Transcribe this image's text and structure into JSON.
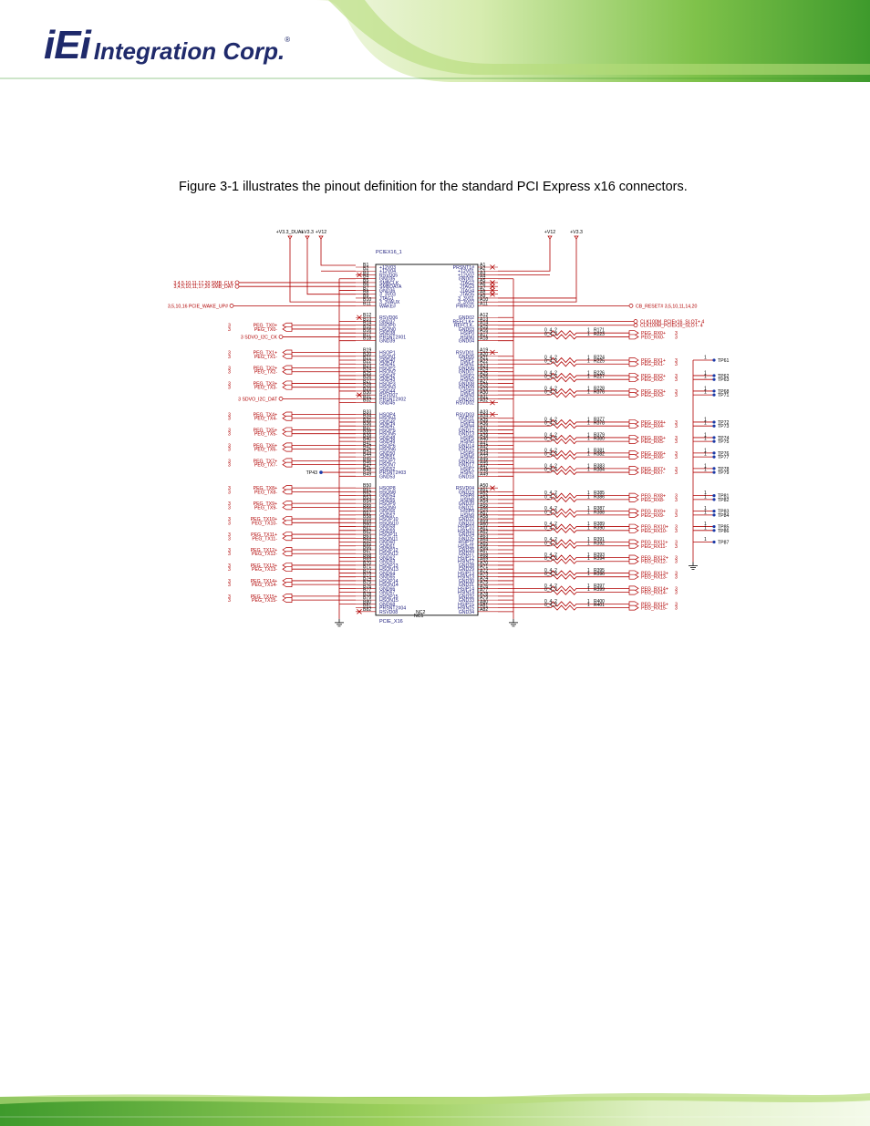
{
  "header": {
    "logo_mark": "iEi",
    "logo_name": "Integration Corp.",
    "logo_registered": "®"
  },
  "colors": {
    "brand_green": "#3e9a2c",
    "brand_light_green": "#b6dc7a",
    "logo_navy": "#1f2a6b",
    "wire": "#b00000",
    "pin_text": "#1a1a7a",
    "net_text": "#b00000"
  },
  "intro_text": "Figure 3-1 illustrates the pinout definition for the standard PCI Express x16 connectors.",
  "schematic": {
    "part_name": "PCIEX16_1",
    "part_footprint": "PCIE_X16",
    "power_top": {
      "v33": "+V3.3",
      "v12": "+V12",
      "v33_dual": "+V3.3_DUAL"
    },
    "nc_labels": [
      "NC1",
      "NC2"
    ],
    "b_pins": [
      {
        "pin": "B1",
        "name": "+12V03"
      },
      {
        "pin": "B2",
        "name": "+12V04"
      },
      {
        "pin": "B3",
        "name": "RSVD05"
      },
      {
        "pin": "B4",
        "name": "GND35"
      },
      {
        "pin": "B5",
        "name": "SMBCLK"
      },
      {
        "pin": "B6",
        "name": "SMBDATA"
      },
      {
        "pin": "B7",
        "name": "GND36"
      },
      {
        "pin": "B8",
        "name": "3_3V03"
      },
      {
        "pin": "B9",
        "name": "JTAG1"
      },
      {
        "pin": "B10",
        "name": "3_3VAUX"
      },
      {
        "pin": "B11",
        "name": "WAKE#"
      },
      {
        "pin": "B12",
        "name": "RSVD06"
      },
      {
        "pin": "B13",
        "name": "GND37"
      },
      {
        "pin": "B14",
        "name": "HSOP0"
      },
      {
        "pin": "B15",
        "name": "HSON0"
      },
      {
        "pin": "B16",
        "name": "GND38"
      },
      {
        "pin": "B17",
        "name": "PRSNT2#01"
      },
      {
        "pin": "B18",
        "name": "GND39"
      },
      {
        "pin": "B19",
        "name": "HSOP1"
      },
      {
        "pin": "B20",
        "name": "HSON1"
      },
      {
        "pin": "B21",
        "name": "GND40"
      },
      {
        "pin": "B22",
        "name": "GND41"
      },
      {
        "pin": "B23",
        "name": "HSOP2"
      },
      {
        "pin": "B24",
        "name": "HSON2"
      },
      {
        "pin": "B25",
        "name": "GND42"
      },
      {
        "pin": "B26",
        "name": "GND43"
      },
      {
        "pin": "B27",
        "name": "HSOP3"
      },
      {
        "pin": "B28",
        "name": "HSON3"
      },
      {
        "pin": "B29",
        "name": "GND44"
      },
      {
        "pin": "B30",
        "name": "RSVD07"
      },
      {
        "pin": "B31",
        "name": "PRSNT2#02"
      },
      {
        "pin": "B32",
        "name": "GND45"
      },
      {
        "pin": "B33",
        "name": "HSOP4"
      },
      {
        "pin": "B34",
        "name": "HSON4"
      },
      {
        "pin": "B35",
        "name": "GND46"
      },
      {
        "pin": "B36",
        "name": "GND47"
      },
      {
        "pin": "B37",
        "name": "HSOP5"
      },
      {
        "pin": "B38",
        "name": "HSON5"
      },
      {
        "pin": "B39",
        "name": "GND48"
      },
      {
        "pin": "B40",
        "name": "GND49"
      },
      {
        "pin": "B41",
        "name": "HSOP6"
      },
      {
        "pin": "B42",
        "name": "HSON6"
      },
      {
        "pin": "B43",
        "name": "GND50"
      },
      {
        "pin": "B44",
        "name": "GND51"
      },
      {
        "pin": "B45",
        "name": "HSOP7"
      },
      {
        "pin": "B46",
        "name": "HSON7"
      },
      {
        "pin": "B47",
        "name": "GND52"
      },
      {
        "pin": "B48",
        "name": "PRSNT2#03"
      },
      {
        "pin": "B49",
        "name": "GND53"
      },
      {
        "pin": "B50",
        "name": "HSOP8"
      },
      {
        "pin": "B51",
        "name": "HSON8"
      },
      {
        "pin": "B52",
        "name": "GND54"
      },
      {
        "pin": "B53",
        "name": "GND55"
      },
      {
        "pin": "B54",
        "name": "HSOP9"
      },
      {
        "pin": "B55",
        "name": "HSON9"
      },
      {
        "pin": "B56",
        "name": "GND56"
      },
      {
        "pin": "B57",
        "name": "GND57"
      },
      {
        "pin": "B58",
        "name": "HSOP10"
      },
      {
        "pin": "B59",
        "name": "HSON10"
      },
      {
        "pin": "B60",
        "name": "GND58"
      },
      {
        "pin": "B61",
        "name": "GND59"
      },
      {
        "pin": "B62",
        "name": "HSOP11"
      },
      {
        "pin": "B63",
        "name": "HSON11"
      },
      {
        "pin": "B64",
        "name": "GND60"
      },
      {
        "pin": "B65",
        "name": "GND61"
      },
      {
        "pin": "B66",
        "name": "HSOP12"
      },
      {
        "pin": "B67",
        "name": "HSON12"
      },
      {
        "pin": "B68",
        "name": "GND62"
      },
      {
        "pin": "B69",
        "name": "GND63"
      },
      {
        "pin": "B70",
        "name": "HSOP13"
      },
      {
        "pin": "B71",
        "name": "HSON13"
      },
      {
        "pin": "B72",
        "name": "GND64"
      },
      {
        "pin": "B73",
        "name": "GND65"
      },
      {
        "pin": "B74",
        "name": "HSOP14"
      },
      {
        "pin": "B75",
        "name": "HSON14"
      },
      {
        "pin": "B76",
        "name": "GND66"
      },
      {
        "pin": "B77",
        "name": "GND67"
      },
      {
        "pin": "B78",
        "name": "HSOP15"
      },
      {
        "pin": "B79",
        "name": "HSON15"
      },
      {
        "pin": "B80",
        "name": "GND68"
      },
      {
        "pin": "B81",
        "name": "PRSNT2#04"
      },
      {
        "pin": "B82",
        "name": "RSVD08"
      }
    ],
    "a_pins": [
      {
        "pin": "A1",
        "name": "PRSNT1#"
      },
      {
        "pin": "A2",
        "name": "+12V01"
      },
      {
        "pin": "A3",
        "name": "+12V02"
      },
      {
        "pin": "A4",
        "name": "GND01"
      },
      {
        "pin": "A5",
        "name": "JTAG2"
      },
      {
        "pin": "A6",
        "name": "JTAG3"
      },
      {
        "pin": "A7",
        "name": "JTAG4"
      },
      {
        "pin": "A8",
        "name": "JTAG5"
      },
      {
        "pin": "A9",
        "name": "3_3V01"
      },
      {
        "pin": "A10",
        "name": "3_3V02"
      },
      {
        "pin": "A11",
        "name": "PWRGD"
      },
      {
        "pin": "A12",
        "name": "GND02"
      },
      {
        "pin": "A13",
        "name": "REFCLK+"
      },
      {
        "pin": "A14",
        "name": "REFCLK-"
      },
      {
        "pin": "A15",
        "name": "GND03"
      },
      {
        "pin": "A16",
        "name": "HSIP0"
      },
      {
        "pin": "A17",
        "name": "HSIN0"
      },
      {
        "pin": "A18",
        "name": "GND04"
      },
      {
        "pin": "A19",
        "name": "RSVD01"
      },
      {
        "pin": "A20",
        "name": "GND05"
      },
      {
        "pin": "A21",
        "name": "HSIP1"
      },
      {
        "pin": "A22",
        "name": "HSIN1"
      },
      {
        "pin": "A23",
        "name": "GND06"
      },
      {
        "pin": "A24",
        "name": "GND07"
      },
      {
        "pin": "A25",
        "name": "HSIP2"
      },
      {
        "pin": "A26",
        "name": "HSIN2"
      },
      {
        "pin": "A27",
        "name": "GND08"
      },
      {
        "pin": "A28",
        "name": "GND09"
      },
      {
        "pin": "A29",
        "name": "HSIP3"
      },
      {
        "pin": "A30",
        "name": "HSIN3"
      },
      {
        "pin": "A31",
        "name": "GND10"
      },
      {
        "pin": "A32",
        "name": "RSVD02"
      },
      {
        "pin": "A33",
        "name": "RSVD03"
      },
      {
        "pin": "A34",
        "name": "GND11"
      },
      {
        "pin": "A35",
        "name": "HSIP4"
      },
      {
        "pin": "A36",
        "name": "HSIN4"
      },
      {
        "pin": "A37",
        "name": "GND12"
      },
      {
        "pin": "A38",
        "name": "GND13"
      },
      {
        "pin": "A39",
        "name": "HSIP5"
      },
      {
        "pin": "A40",
        "name": "HSIN5"
      },
      {
        "pin": "A41",
        "name": "GND14"
      },
      {
        "pin": "A42",
        "name": "GND15"
      },
      {
        "pin": "A43",
        "name": "HSIP6"
      },
      {
        "pin": "A44",
        "name": "HSIN6"
      },
      {
        "pin": "A45",
        "name": "GND16"
      },
      {
        "pin": "A46",
        "name": "GND17"
      },
      {
        "pin": "A47",
        "name": "HSIP7"
      },
      {
        "pin": "A48",
        "name": "HSIN7"
      },
      {
        "pin": "A49",
        "name": "GND18"
      },
      {
        "pin": "A50",
        "name": "RSVD04"
      },
      {
        "pin": "A51",
        "name": "GND19"
      },
      {
        "pin": "A52",
        "name": "HSIP8"
      },
      {
        "pin": "A53",
        "name": "HSIN8"
      },
      {
        "pin": "A54",
        "name": "GND20"
      },
      {
        "pin": "A55",
        "name": "GND21"
      },
      {
        "pin": "A56",
        "name": "HSIP9"
      },
      {
        "pin": "A57",
        "name": "HSIN9"
      },
      {
        "pin": "A58",
        "name": "GND22"
      },
      {
        "pin": "A59",
        "name": "GND23"
      },
      {
        "pin": "A60",
        "name": "HSIP10"
      },
      {
        "pin": "A61",
        "name": "HSIN10"
      },
      {
        "pin": "A62",
        "name": "GND24"
      },
      {
        "pin": "A63",
        "name": "GND25"
      },
      {
        "pin": "A64",
        "name": "HSIP11"
      },
      {
        "pin": "A65",
        "name": "HSIN11"
      },
      {
        "pin": "A66",
        "name": "GND26"
      },
      {
        "pin": "A67",
        "name": "GND27"
      },
      {
        "pin": "A68",
        "name": "HSIP12"
      },
      {
        "pin": "A69",
        "name": "HSIN12"
      },
      {
        "pin": "A70",
        "name": "GND28"
      },
      {
        "pin": "A71",
        "name": "GND29"
      },
      {
        "pin": "A72",
        "name": "HSIP13"
      },
      {
        "pin": "A73",
        "name": "HSIN13"
      },
      {
        "pin": "A74",
        "name": "GND30"
      },
      {
        "pin": "A75",
        "name": "GND31"
      },
      {
        "pin": "A76",
        "name": "HSIP14"
      },
      {
        "pin": "A77",
        "name": "HSIN14"
      },
      {
        "pin": "A78",
        "name": "GND32"
      },
      {
        "pin": "A79",
        "name": "GND33"
      },
      {
        "pin": "A80",
        "name": "HSIP15"
      },
      {
        "pin": "A81",
        "name": "HSIN15"
      },
      {
        "pin": "A82",
        "name": "GND34"
      }
    ],
    "left_nets": [
      {
        "pin": "B5",
        "label": "3,4,5,10,11,17,20  SMB_CLK"
      },
      {
        "pin": "B6",
        "label": "3,4,5,10,11,17,20  SMB_DAT"
      },
      {
        "pin": "B11",
        "label": "3,5,10,16  PCIE_WAKE_UP#"
      },
      {
        "pin": "B14",
        "label": "3      PEG_TX0+"
      },
      {
        "pin": "B15",
        "label": "3      PEG_TX0-"
      },
      {
        "pin": "B17",
        "label": "3  SDVO_I2C_CK"
      },
      {
        "pin": "B19",
        "label": "3      PEG_TX1+"
      },
      {
        "pin": "B20",
        "label": "3      PEG_TX1-"
      },
      {
        "pin": "B23",
        "label": "3      PEG_TX2+"
      },
      {
        "pin": "B24",
        "label": "3      PEG_TX2-"
      },
      {
        "pin": "B27",
        "label": "3      PEG_TX3+"
      },
      {
        "pin": "B28",
        "label": "3      PEG_TX3-"
      },
      {
        "pin": "B31",
        "label": "3  SDVO_I2C_DAT"
      },
      {
        "pin": "B33",
        "label": "3      PEG_TX4+"
      },
      {
        "pin": "B34",
        "label": "3      PEG_TX4-"
      },
      {
        "pin": "B37",
        "label": "3      PEG_TX5+"
      },
      {
        "pin": "B38",
        "label": "3      PEG_TX5-"
      },
      {
        "pin": "B41",
        "label": "3      PEG_TX6+"
      },
      {
        "pin": "B42",
        "label": "3      PEG_TX6-"
      },
      {
        "pin": "B45",
        "label": "3      PEG_TX7+"
      },
      {
        "pin": "B46",
        "label": "3      PEG_TX7-"
      },
      {
        "pin": "B48",
        "label": "TP43"
      },
      {
        "pin": "B50",
        "label": "3      PEG_TX8+"
      },
      {
        "pin": "B51",
        "label": "3      PEG_TX8-"
      },
      {
        "pin": "B54",
        "label": "3      PEG_TX9+"
      },
      {
        "pin": "B55",
        "label": "3      PEG_TX9-"
      },
      {
        "pin": "B58",
        "label": "3     PEG_TX10+"
      },
      {
        "pin": "B59",
        "label": "3     PEG_TX10-"
      },
      {
        "pin": "B62",
        "label": "3     PEG_TX11+"
      },
      {
        "pin": "B63",
        "label": "3     PEG_TX11-"
      },
      {
        "pin": "B66",
        "label": "3     PEG_TX12+"
      },
      {
        "pin": "B67",
        "label": "3     PEG_TX12-"
      },
      {
        "pin": "B70",
        "label": "3     PEG_TX13+"
      },
      {
        "pin": "B71",
        "label": "3     PEG_TX13-"
      },
      {
        "pin": "B74",
        "label": "3     PEG_TX14+"
      },
      {
        "pin": "B75",
        "label": "3     PEG_TX14-"
      },
      {
        "pin": "B78",
        "label": "3     PEG_TX15+"
      },
      {
        "pin": "B79",
        "label": "3     PEG_TX15-"
      }
    ],
    "right_nets": [
      {
        "pin": "A11",
        "label": "CB_RESET#  3,5,10,11,14,20"
      },
      {
        "pin": "A13",
        "label": "CLK100M_PCIEx16_SLOT+  4"
      },
      {
        "pin": "A14",
        "label": "CLK100M_PCIEx16_SLOT-  4"
      }
    ],
    "rx_pairs": [
      {
        "pin_p": "A16",
        "pin_n": "A17",
        "res_p": "R171",
        "res_n": "R223",
        "net_p": "PEG_RX0+",
        "net_n": "PEG_RX0-",
        "tp_p": "",
        "tp_n": ""
      },
      {
        "pin_p": "A21",
        "pin_n": "A22",
        "res_p": "R224",
        "res_n": "R225",
        "net_p": "PEG_RX1+",
        "net_n": "PEG_RX1-",
        "tp_p": "TP61",
        "tp_n": ""
      },
      {
        "pin_p": "A25",
        "pin_n": "A26",
        "res_p": "R226",
        "res_n": "R227",
        "net_p": "PEG_RX2+",
        "net_n": "PEG_RX2-",
        "tp_p": "TP62",
        "tp_n": "TP63"
      },
      {
        "pin_p": "A29",
        "pin_n": "A30",
        "res_p": "R228",
        "res_n": "R376",
        "net_p": "PEG_RX3+",
        "net_n": "PEG_RX3-",
        "tp_p": "TP68",
        "tp_n": "TP71"
      },
      {
        "pin_p": "A35",
        "pin_n": "A36",
        "res_p": "R377",
        "res_n": "R378",
        "net_p": "PEG_RX4+",
        "net_n": "PEG_RX4-",
        "tp_p": "TP72",
        "tp_n": "TP73"
      },
      {
        "pin_p": "A39",
        "pin_n": "A40",
        "res_p": "R379",
        "res_n": "R380",
        "net_p": "PEG_RX5+",
        "net_n": "PEG_RX5-",
        "tp_p": "TP74",
        "tp_n": "TP75"
      },
      {
        "pin_p": "A43",
        "pin_n": "A44",
        "res_p": "R381",
        "res_n": "R382",
        "net_p": "PEG_RX6+",
        "net_n": "PEG_RX6-",
        "tp_p": "TP76",
        "tp_n": "TP77"
      },
      {
        "pin_p": "A47",
        "pin_n": "A48",
        "res_p": "R383",
        "res_n": "R384",
        "net_p": "PEG_RX7+",
        "net_n": "PEG_RX7-",
        "tp_p": "TP78",
        "tp_n": "TP79"
      },
      {
        "pin_p": "A52",
        "pin_n": "A53",
        "res_p": "R385",
        "res_n": "R386",
        "net_p": "PEG_RX8+",
        "net_n": "PEG_RX8-",
        "tp_p": "TP81",
        "tp_n": "TP82"
      },
      {
        "pin_p": "A56",
        "pin_n": "A57",
        "res_p": "R387",
        "res_n": "R388",
        "net_p": "PEG_RX9+",
        "net_n": "PEG_RX9-",
        "tp_p": "TP83",
        "tp_n": "TP84"
      },
      {
        "pin_p": "A60",
        "pin_n": "A61",
        "res_p": "R389",
        "res_n": "R390",
        "net_p": "PEG_RX10+",
        "net_n": "PEG_RX10-",
        "tp_p": "TP85",
        "tp_n": "TP86"
      },
      {
        "pin_p": "A64",
        "pin_n": "A65",
        "res_p": "R391",
        "res_n": "R392",
        "net_p": "PEG_RX11+",
        "net_n": "PEG_RX11-",
        "tp_p": "TP87",
        "tp_n": ""
      },
      {
        "pin_p": "A68",
        "pin_n": "A69",
        "res_p": "R393",
        "res_n": "R394",
        "net_p": "PEG_RX12+",
        "net_n": "PEG_RX12-",
        "tp_p": "",
        "tp_n": ""
      },
      {
        "pin_p": "A72",
        "pin_n": "A73",
        "res_p": "R395",
        "res_n": "R396",
        "net_p": "PEG_RX13+",
        "net_n": "PEG_RX13-",
        "tp_p": "",
        "tp_n": ""
      },
      {
        "pin_p": "A76",
        "pin_n": "A77",
        "res_p": "R397",
        "res_n": "R399",
        "net_p": "PEG_RX14+",
        "net_n": "PEG_RX14-",
        "tp_p": "",
        "tp_n": ""
      },
      {
        "pin_p": "A80",
        "pin_n": "A81",
        "res_p": "R400",
        "res_n": "R401",
        "net_p": "PEG_RX15+",
        "net_n": "PEG_RX15-",
        "tp_p": "",
        "tp_n": ""
      }
    ],
    "res_value": "0_4_2",
    "res_pin": "1",
    "sheet_ref": "3",
    "tp_pin": "1"
  }
}
